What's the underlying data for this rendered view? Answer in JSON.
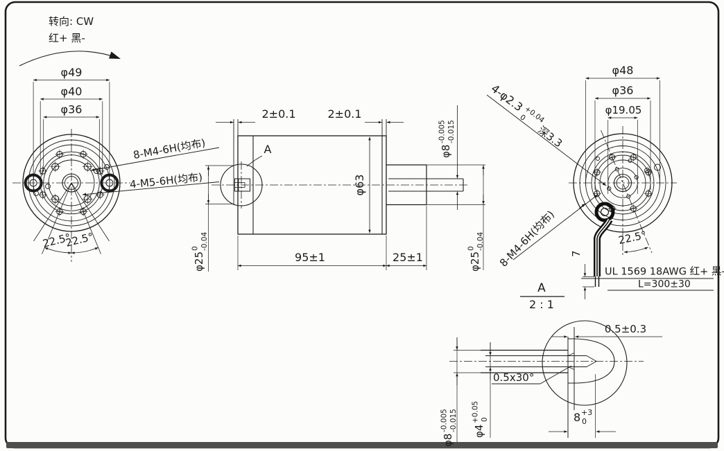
{
  "colors": {
    "line": "#1b1b1b",
    "frame": "#575757",
    "background": "#fcfcfb"
  },
  "drawing": {
    "rotation_note": {
      "line1": "转向: CW",
      "line2": "红+ 黑-"
    },
    "front_view": {
      "d49": "φ49",
      "d40": "φ40",
      "d36": "φ36",
      "m4_note": "8-M4-6H(均布)",
      "m5_note": "4-M5-6H(均布)",
      "angle_left": "22.5°",
      "angle_right": "22.5°"
    },
    "side_view": {
      "flange_front": "2±0.1",
      "flange_rear": "2±0.1",
      "body_dia": "φ63",
      "body_len": "95±1",
      "boss_len": "25±1",
      "detail_marker": "A",
      "shaft_dia": {
        "nominal": "φ8",
        "upper": "-0.005",
        "lower": "-0.015"
      },
      "boss_front": {
        "nominal": "φ25",
        "upper": "0",
        "lower": "-0.04"
      },
      "boss_rear": {
        "nominal": "φ25",
        "upper": "0",
        "lower": "-0.04"
      }
    },
    "rear_view": {
      "d48": "φ48",
      "d36": "φ36",
      "d1905": "φ19.05",
      "hole_note": {
        "main": "4-φ2.3",
        "upper": "+0.04",
        "lower": "0",
        "depth": "深3.3"
      },
      "m4_note": "8-M4-6H(均布)",
      "angle": "22.5°",
      "strip_len": "7",
      "wire_spec": "UL 1569 18AWG 红+ 黑-",
      "wire_len": "L=300±30"
    },
    "detail_view": {
      "title": "A",
      "scale_label": "2 : 1",
      "protrusion": "0.5±0.3",
      "chamfer": "0.5x30°",
      "shaft_dia": {
        "nominal": "φ8",
        "upper": "-0.005",
        "lower": "-0.015"
      },
      "hole_dia": {
        "nominal": "φ4",
        "upper": "+0.05",
        "lower": "0"
      },
      "hole_depth": {
        "nominal": "8",
        "upper": "+3",
        "lower": "0"
      }
    }
  }
}
